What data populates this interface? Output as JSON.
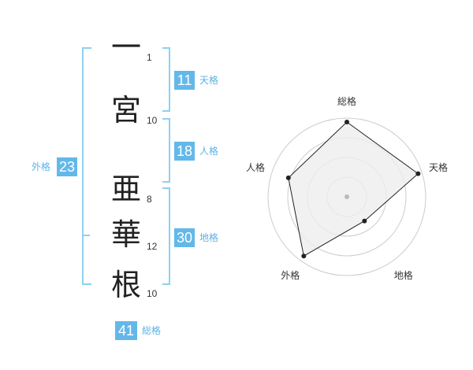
{
  "name": {
    "characters": [
      {
        "char": "一",
        "strokes": "1"
      },
      {
        "char": "宮",
        "strokes": "10"
      },
      {
        "char": "亜",
        "strokes": "8"
      },
      {
        "char": "華",
        "strokes": "12"
      },
      {
        "char": "根",
        "strokes": "10"
      }
    ]
  },
  "fortunes": {
    "tenkaku": {
      "value": "11",
      "label": "天格"
    },
    "jinkaku": {
      "value": "18",
      "label": "人格"
    },
    "chikaku": {
      "value": "30",
      "label": "地格"
    },
    "gaikaku": {
      "value": "23",
      "label": "外格"
    },
    "soukaku": {
      "value": "41",
      "label": "総格"
    }
  },
  "radar": {
    "axes": [
      "総格",
      "天格",
      "地格",
      "外格",
      "人格"
    ],
    "levels": 4,
    "values": [
      0.95,
      0.95,
      0.38,
      0.93,
      0.78
    ],
    "colors": {
      "fill": "#eeeeee",
      "stroke": "#222222",
      "grid": "#cccccc",
      "center": "#bbbbbb"
    }
  },
  "colors": {
    "accent": "#63b8e9",
    "bracket": "#8fd0ef"
  }
}
